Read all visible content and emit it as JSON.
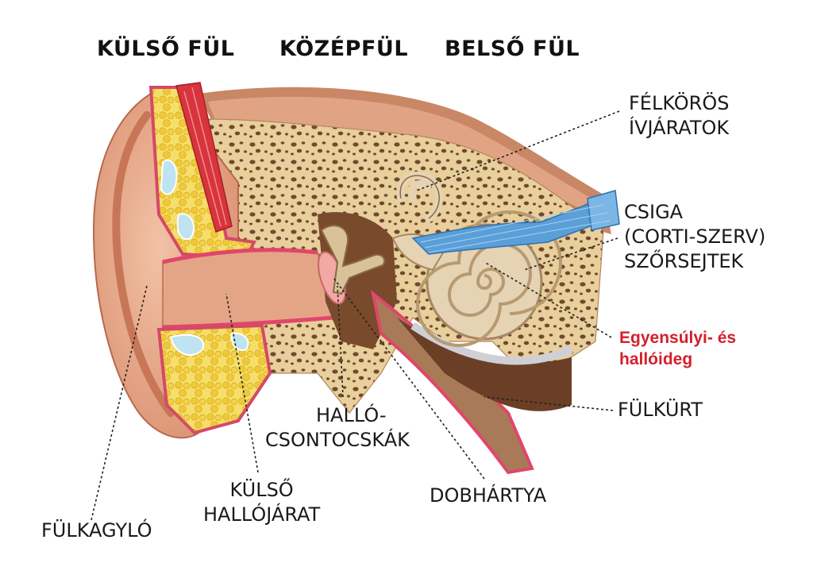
{
  "headers": {
    "outer": "KÜLSŐ FÜL",
    "middle": "KÖZÉPFÜL",
    "inner": "BELSŐ FÜL"
  },
  "labels": {
    "semicircular": [
      "FÉLKÖRÖS",
      "ÍVJÁRATOK"
    ],
    "cochlea": [
      "CSIGA",
      "(CORTI-SZERV)",
      "SZŐRSEJTEK"
    ],
    "nerve": [
      "Egyensúlyi- és",
      "hallóideg"
    ],
    "tube": [
      "FÜLKÜRT"
    ],
    "ossicles": [
      "HALLÓ-",
      "CSONTOCSKÁK"
    ],
    "eardrum": [
      "DOBHÁRTYA"
    ],
    "canal": [
      "KÜLSŐ",
      "HALLÓJÁRAT"
    ],
    "pinna": [
      "FÜLKAGYLÓ"
    ]
  },
  "colors": {
    "skin": "#e8a98a",
    "skin_dark": "#c9795e",
    "bone": "#e9cf9b",
    "fat": "#f2d24a",
    "muscle": "#d8343c",
    "nerve": "#5a9fd8",
    "cavity": "#7a4a2c",
    "label_red": "#d3202b"
  }
}
